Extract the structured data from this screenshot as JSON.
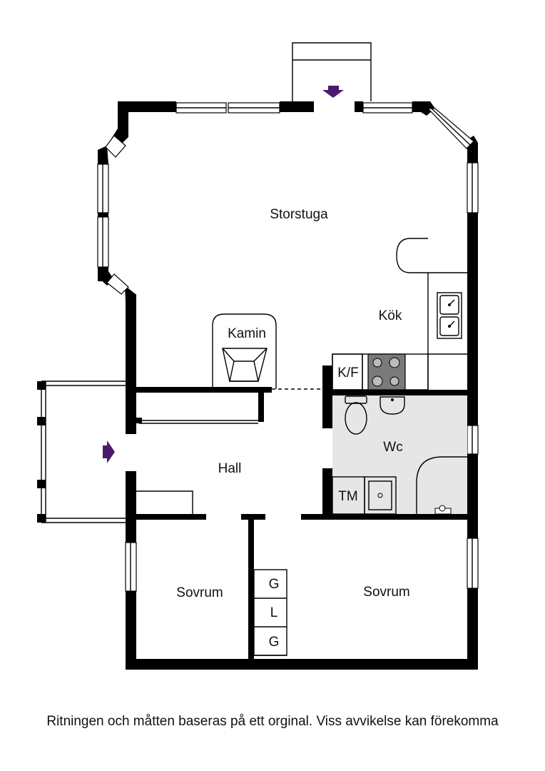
{
  "rooms": {
    "storstuga": "Storstuga",
    "kok": "Kök",
    "kamin": "Kamin",
    "kf": "K/F",
    "wc": "Wc",
    "hall": "Hall",
    "tm": "TM",
    "sovrum_left": "Sovrum",
    "sovrum_right": "Sovrum",
    "closet_g1": "G",
    "closet_l": "L",
    "closet_g2": "G"
  },
  "footer": {
    "note": "Ritningen och måtten baseras på ett orginal. Viss avvikelse kan förekomma"
  },
  "colors": {
    "wall": "#000000",
    "entrance_arrow": "#4b1a6e",
    "wet_room_fill": "#e6e6e6",
    "stove_fill": "#7a7a7a"
  },
  "icons": [
    "entrance-arrow-icon",
    "stove-icon",
    "sink-icon",
    "toilet-icon",
    "washbasin-icon",
    "shower-icon",
    "fireplace-icon"
  ]
}
